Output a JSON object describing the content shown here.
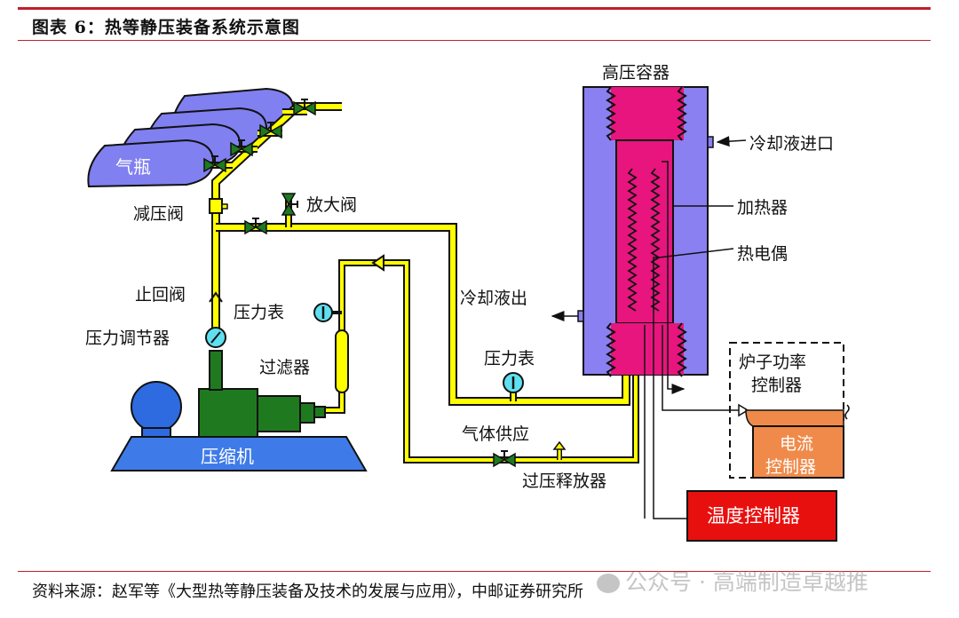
{
  "header": {
    "title": "图表 6：热等静压装备系统示意图"
  },
  "diagram": {
    "labels": {
      "gas_cylinder": "气瓶",
      "pressure_reducing_valve": "减压阀",
      "relief_valve": "放大阀",
      "check_valve": "止回阀",
      "pressure_regulator": "压力调节器",
      "pressure_gauge_1": "压力表",
      "filter": "过滤器",
      "compressor": "压缩机",
      "high_pressure_vessel": "高压容器",
      "coolant_inlet": "冷却液进口",
      "heater": "加热器",
      "thermocouple": "热电偶",
      "coolant_outlet": "冷却液出",
      "pressure_gauge_2": "压力表",
      "gas_supply": "气体供应",
      "overpressure_relief": "过压释放器",
      "furnace_power_controller": [
        "炉子功率",
        "控制器"
      ],
      "current_controller": [
        "电流",
        "控制器"
      ],
      "temperature_controller": "温度控制器"
    },
    "colors": {
      "pipe": "#ffff00",
      "cylinder": "#8080f0",
      "valve": "#1e7a1e",
      "vessel_outer": "#8a80f2",
      "vessel_inner": "#e8157e",
      "compressor_base": "#3f7be8",
      "compressor_motor": "#2e6be0",
      "compressor_body": "#1f7a1f",
      "gauge": "#5fe0f0",
      "current_controller": "#f08a4a",
      "temperature_controller": "#e8100f"
    }
  },
  "footer": {
    "source": "资料来源：赵军等《大型热等静压装备及技术的发展与应用》，中邮证券研究所",
    "watermark": "公众号 · 高端制造卓越推"
  }
}
